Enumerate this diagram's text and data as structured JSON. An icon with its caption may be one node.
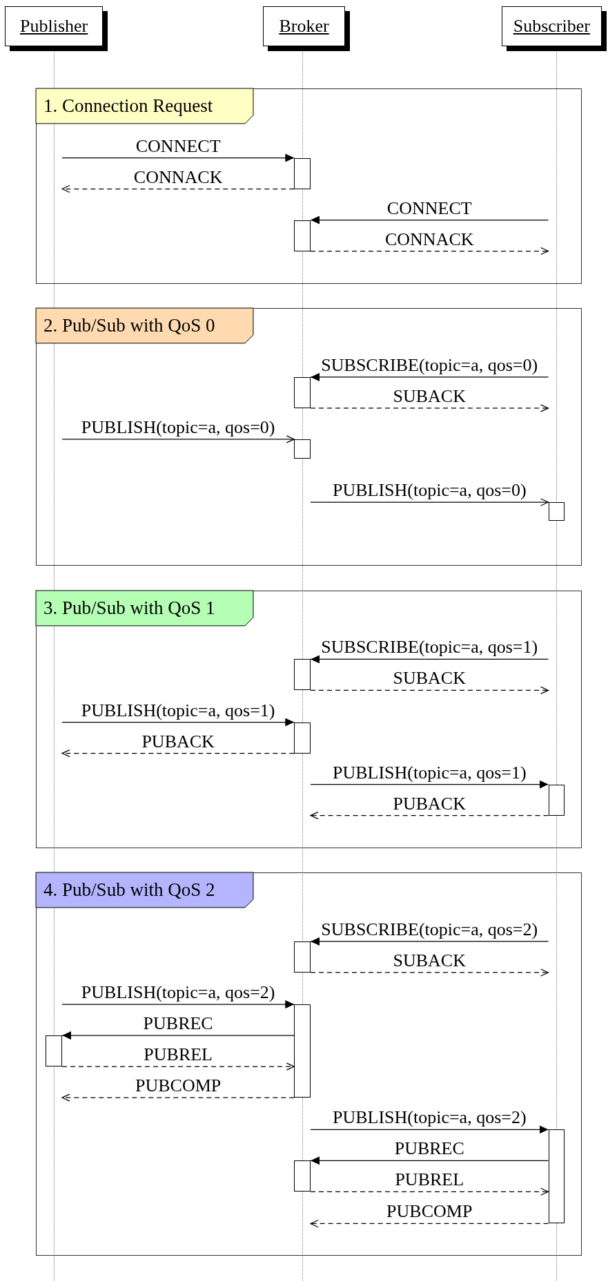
{
  "diagram": {
    "nodes": [
      {
        "text": [
          "Publisher"
        ]
      },
      {
        "text": [
          "Broker"
        ]
      },
      {
        "text": [
          "Subscriber"
        ]
      },
      {
        "text": [],
        "shape": "line"
      },
      {
        "text": [],
        "shape": "line"
      },
      {
        "text": [],
        "shape": "line"
      },
      {
        "text": [],
        "shape": "bar",
        "in": 4
      },
      {
        "text": [],
        "shape": "bar",
        "in": 4
      },
      {
        "text": [],
        "shape": "bar",
        "in": 4
      },
      {
        "text": [],
        "shape": "bar",
        "in": 4
      },
      {
        "text": [],
        "shape": "bar",
        "in": 5
      },
      {
        "text": [],
        "shape": "bar",
        "in": 4
      },
      {
        "text": [],
        "shape": "bar",
        "in": 4
      },
      {
        "text": [],
        "shape": "bar",
        "in": 5
      },
      {
        "text": [],
        "shape": "bar",
        "in": 4
      },
      {
        "text": [],
        "shape": "bar",
        "in": 4
      },
      {
        "text": [],
        "shape": "bar",
        "in": 3
      },
      {
        "text": [],
        "shape": "bar",
        "in": 5
      },
      {
        "text": [],
        "shape": "bar",
        "in": 4
      }
    ],
    "edges": [
      {
        "from": 3,
        "to": 6,
        "arrow": "to",
        "label": "CONNECT"
      },
      {
        "from": 6,
        "to": 3,
        "arrow": "to",
        "label": "CONNACK",
        "style": "dashed"
      },
      {
        "from": 5,
        "to": 7,
        "arrow": "to",
        "label": "CONNECT"
      },
      {
        "from": 7,
        "to": 5,
        "arrow": "to",
        "label": "CONNACK",
        "style": "dashed"
      },
      {
        "from": 5,
        "to": 8,
        "arrow": "to",
        "label": "SUBSCRIBE(topic=a, qos=0)"
      },
      {
        "from": 8,
        "to": 5,
        "arrow": "to",
        "label": "SUBACK",
        "style": "dashed"
      },
      {
        "from": 3,
        "to": 9,
        "arrow": "to",
        "label": "PUBLISH(topic=a, qos=0)"
      },
      {
        "from": 4,
        "to": 10,
        "arrow": "to",
        "label": "PUBLISH(topic=a, qos=0)"
      },
      {
        "from": 5,
        "to": 11,
        "arrow": "to",
        "label": "SUBSCRIBE(topic=a, qos=1)"
      },
      {
        "from": 11,
        "to": 5,
        "arrow": "to",
        "label": "SUBACK",
        "style": "dashed"
      },
      {
        "from": 3,
        "to": 12,
        "arrow": "to",
        "label": "PUBLISH(topic=a, qos=1)"
      },
      {
        "from": 12,
        "to": 3,
        "arrow": "to",
        "label": "PUBACK",
        "style": "dashed"
      },
      {
        "from": 4,
        "to": 13,
        "arrow": "to",
        "label": "PUBLISH(topic=a, qos=1)"
      },
      {
        "from": 13,
        "to": 4,
        "arrow": "to",
        "label": "PUBACK",
        "style": "dashed"
      },
      {
        "from": 5,
        "to": 14,
        "arrow": "to",
        "label": "SUBSCRIBE(topic=a, qos=2)"
      },
      {
        "from": 14,
        "to": 5,
        "arrow": "to",
        "label": "SUBACK",
        "style": "dashed"
      },
      {
        "from": 3,
        "to": 15,
        "arrow": "to",
        "label": "PUBLISH(topic=a, qos=2)"
      },
      {
        "from": 15,
        "to": 16,
        "arrow": "to",
        "label": "PUBREC"
      },
      {
        "from": 16,
        "to": 15,
        "arrow": "to",
        "label": "PUBREL",
        "style": "dashed"
      },
      {
        "from": 15,
        "to": 3,
        "arrow": "to",
        "label": "PUBCOMP",
        "style": "dashed"
      },
      {
        "from": 4,
        "to": 17,
        "arrow": "to",
        "label": "PUBLISH(topic=a, qos=2)"
      },
      {
        "from": 17,
        "to": 18,
        "arrow": "to",
        "label": "PUBREC"
      },
      {
        "from": 18,
        "to": 17,
        "arrow": "to",
        "label": "PUBREL",
        "style": "dashed"
      },
      {
        "from": 17,
        "to": 4,
        "arrow": "to",
        "label": "PUBCOMP",
        "style": "dashed"
      }
    ],
    "labels": [
      "1. Connection Request",
      "2. Pub/Sub with QoS 0",
      "3. Pub/Sub with QoS 1",
      "4. Pub/Sub with QoS 2"
    ]
  }
}
